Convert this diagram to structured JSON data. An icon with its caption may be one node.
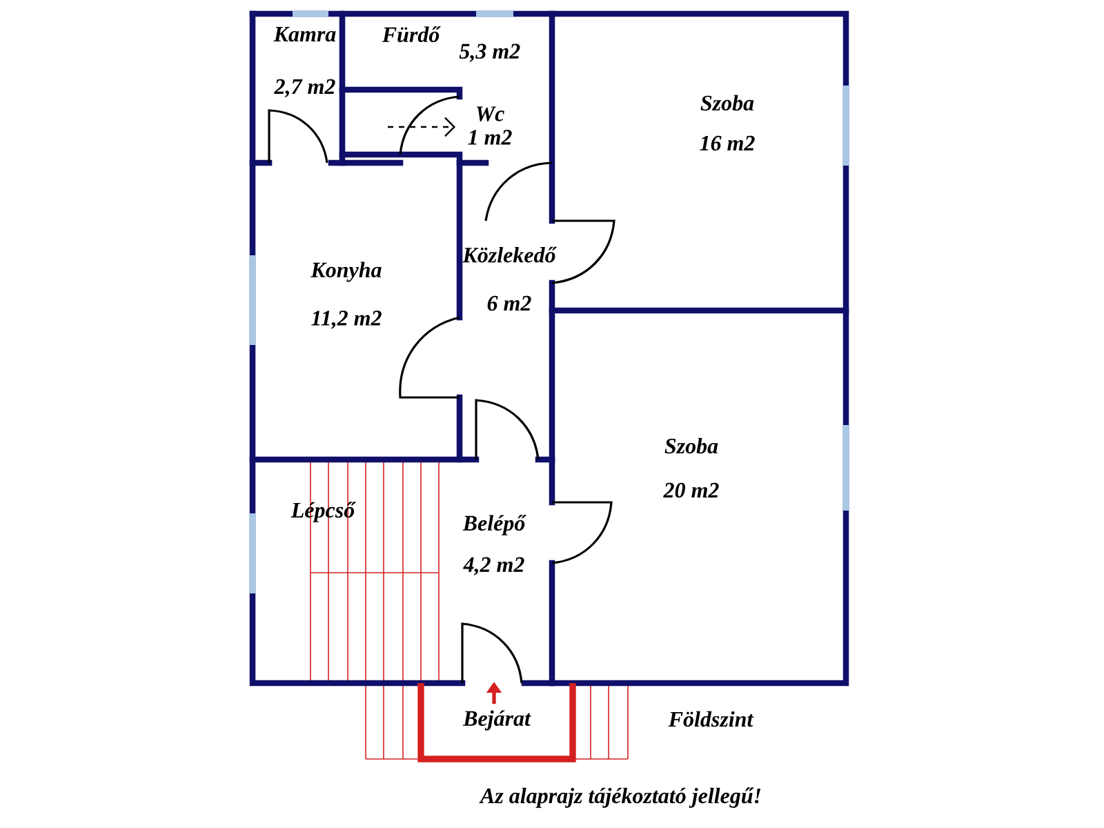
{
  "diagram": {
    "caption": "Az alaprajz tájékoztató jellegű!",
    "nodes": [
      {
        "text": [
          "Kamra",
          "2,7 m2"
        ]
      },
      {
        "text": [
          "Fürdő",
          "5,3 m2"
        ]
      },
      {
        "text": [
          "Wc",
          "1 m2"
        ]
      },
      {
        "text": [
          "Szoba",
          "16 m2"
        ]
      },
      {
        "text": [
          "Konyha",
          "11,2 m2"
        ]
      },
      {
        "text": [
          "Közlekedő",
          "6 m2"
        ]
      },
      {
        "text": [
          "Lépcső"
        ]
      },
      {
        "text": [
          "Belépő",
          "4,2 m2"
        ]
      },
      {
        "text": [
          "Szoba",
          "20 m2"
        ]
      },
      {
        "text": [
          "Bejárat"
        ]
      }
    ],
    "edges": [],
    "labels": [
      "Földszint"
    ]
  }
}
